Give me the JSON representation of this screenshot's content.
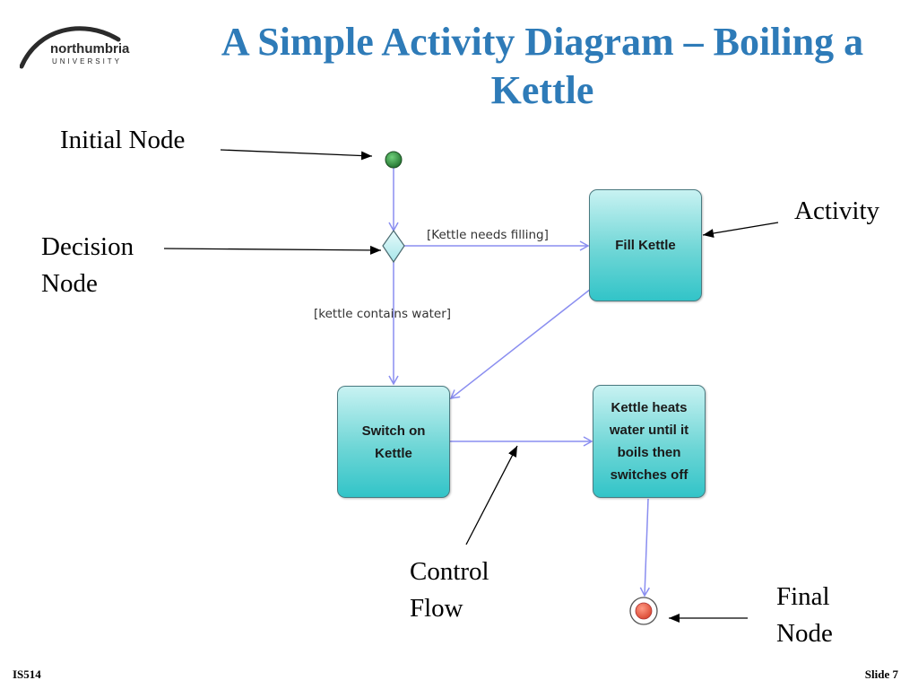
{
  "logo": {
    "wordmark": "northumbria",
    "subtitle": "UNIVERSITY"
  },
  "title": "A Simple Activity Diagram – Boiling a Kettle",
  "labels": {
    "initial_node": "Initial Node",
    "decision_node_line1": "Decision",
    "decision_node_line2": "Node",
    "activity": "Activity",
    "control_flow_line1": "Control",
    "control_flow_line2": "Flow",
    "final_node_line1": "Final",
    "final_node_line2": "Node"
  },
  "guards": {
    "needs_filling": "[Kettle needs filling]",
    "contains_water": "[kettle contains water]"
  },
  "activities": {
    "fill_kettle": "Fill Kettle",
    "switch_on_line1": "Switch on",
    "switch_on_line2": "Kettle",
    "heats_line1": "Kettle heats",
    "heats_line2": "water until it",
    "heats_line3": "boils then",
    "heats_line4": "switches off"
  },
  "footer": {
    "course": "IS514",
    "slide": "Slide 7"
  },
  "colors": {
    "title": "#2e7bb8",
    "flow": "#8a8ef0",
    "initial_node": "#2e8b3e",
    "final_node": "#e8604a",
    "activity_fill": "#3cc8cc"
  }
}
